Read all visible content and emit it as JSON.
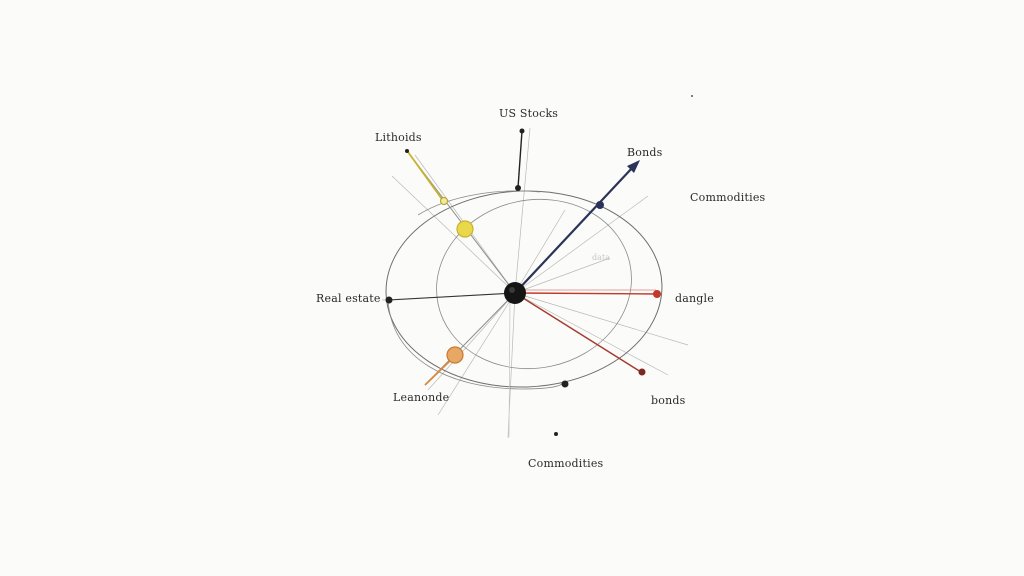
{
  "diagram": {
    "labels": {
      "us_stocks": "US Stocks",
      "lithoids": "Lithoids",
      "bonds_top": "Bonds",
      "commodities_right": "Commodities",
      "real_estate": "Real estate",
      "dangle": "dangle",
      "leanonde": "Leanonde",
      "bonds_bottom": "bonds",
      "commodities_bottom": "Commodities",
      "faint_center": "data"
    },
    "colors": {
      "hub": "#151515",
      "lithoids": "#c9b22e",
      "bonds": "#2b3358",
      "dangle": "#c0392b",
      "bonds_bottom": "#a63a2e",
      "leanonde": "#d98a3a",
      "ink": "#222222"
    },
    "icons": [
      "hub-node",
      "arrow-head"
    ]
  }
}
